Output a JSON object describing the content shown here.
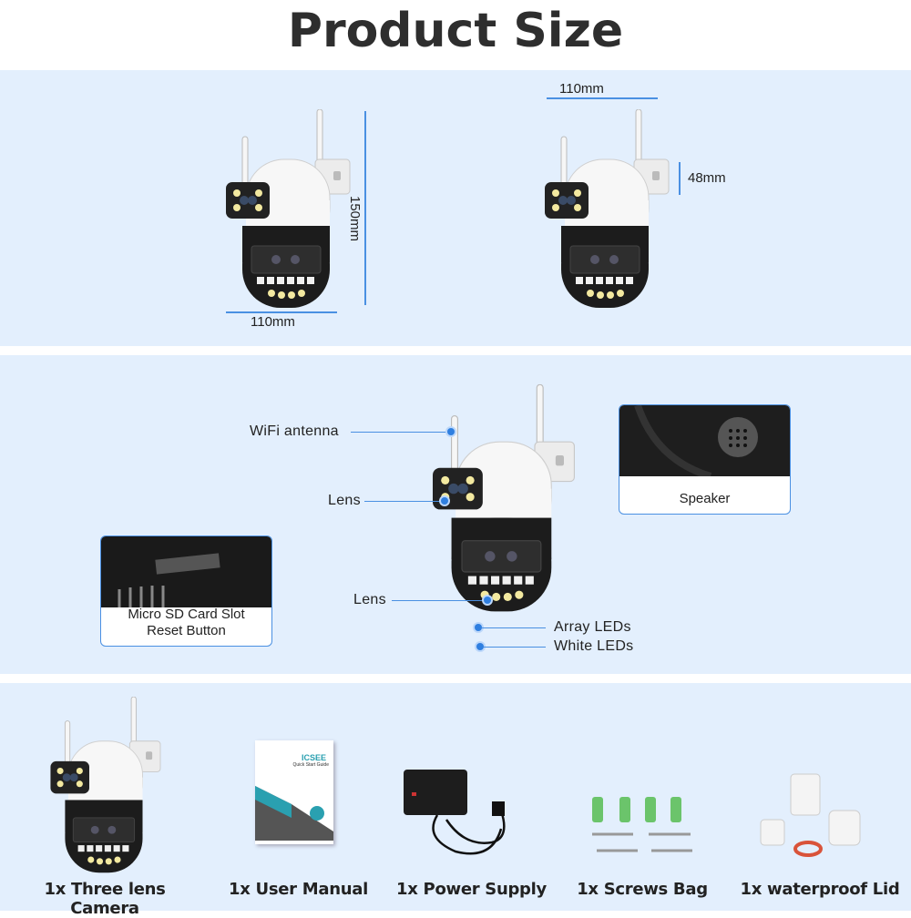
{
  "title": "Product Size",
  "dimensions": {
    "width_front": "110mm",
    "height": "150mm",
    "width_top": "110mm",
    "depth": "48mm"
  },
  "callouts": {
    "wifi_antenna": "WiFi antenna",
    "lens_top": "Lens",
    "lens_bottom": "Lens",
    "array_leds": "Array LEDs",
    "white_leds": "White LEDs"
  },
  "speaker": {
    "label": "Speaker"
  },
  "sd_card": {
    "line1": "Micro SD Card Slot",
    "line2": "Reset Button"
  },
  "manual": {
    "brand": "ICSEE",
    "subtitle": "Quick Start Guide"
  },
  "package_items": [
    "1x Three lens Camera",
    "1x User Manual",
    "1x Power Supply",
    "1x Screws Bag",
    "1x waterproof Lid"
  ],
  "colors": {
    "panel": "#e3effd",
    "accent": "#4a90e2"
  }
}
